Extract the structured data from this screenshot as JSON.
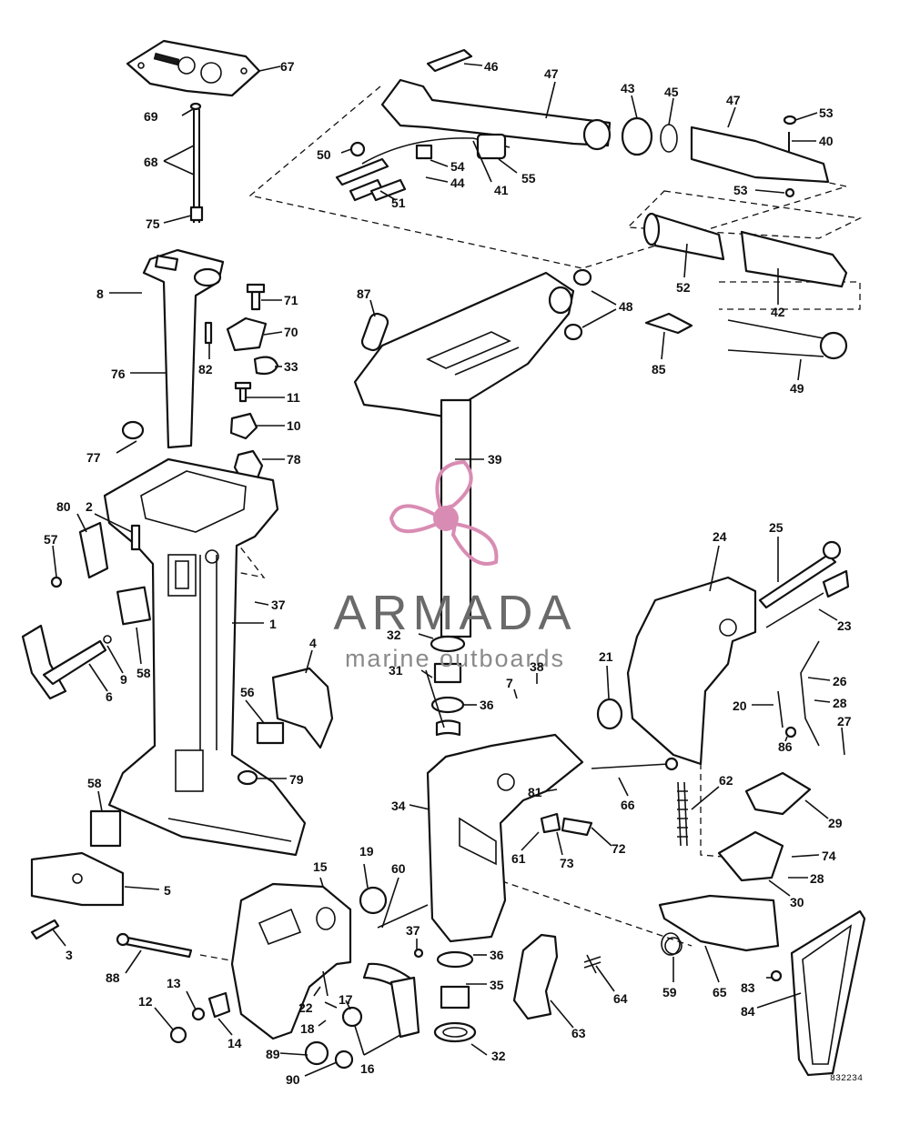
{
  "diagram": {
    "part_numbers": [
      "67",
      "69",
      "68",
      "75",
      "8",
      "76",
      "71",
      "70",
      "82",
      "33",
      "11",
      "10",
      "77",
      "78",
      "80",
      "2",
      "57",
      "37",
      "1",
      "58",
      "6",
      "9",
      "4",
      "56",
      "79",
      "58",
      "5",
      "3",
      "46",
      "47",
      "43",
      "45",
      "47",
      "53",
      "40",
      "50",
      "54",
      "44",
      "41",
      "55",
      "51",
      "53",
      "52",
      "42",
      "87",
      "48",
      "85",
      "49",
      "39",
      "24",
      "25",
      "23",
      "21",
      "26",
      "28",
      "20",
      "86",
      "27",
      "29",
      "32",
      "31",
      "36",
      "7",
      "38",
      "34",
      "81",
      "66",
      "62",
      "61",
      "73",
      "72",
      "74",
      "28",
      "30",
      "19",
      "15",
      "60",
      "37",
      "36",
      "35",
      "32",
      "63",
      "64",
      "59",
      "65",
      "83",
      "84",
      "88",
      "13",
      "12",
      "14",
      "22",
      "17",
      "18",
      "89",
      "90",
      "16"
    ],
    "reference_number": "832234",
    "watermark": {
      "brand": "ARMADA",
      "tagline": "marine outboards",
      "logo_icon": "propeller-icon",
      "color": "#d98cb3"
    }
  }
}
